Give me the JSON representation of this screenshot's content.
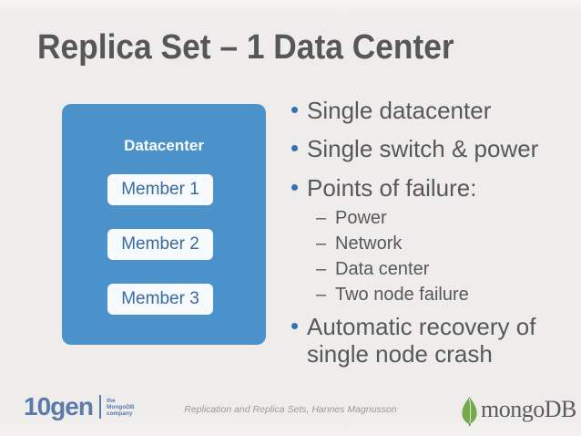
{
  "slide_title": "Replica Set – 1 Data Center",
  "diagram": {
    "label": "Datacenter",
    "members": [
      "Member 1",
      "Member 2",
      "Member 3"
    ]
  },
  "bullets": {
    "dash_marker": "–",
    "items": [
      {
        "text": "Single datacenter",
        "level": 1
      },
      {
        "text": "Single switch & power",
        "level": 1
      },
      {
        "text": "Points of failure:",
        "level": 1
      },
      {
        "text": "Power",
        "level": 2
      },
      {
        "text": "Network",
        "level": 2
      },
      {
        "text": "Data center",
        "level": 2
      },
      {
        "text": "Two node failure",
        "level": 2
      },
      {
        "text": "Automatic recovery of",
        "level": 1
      },
      {
        "text": "single node crash",
        "level": 1
      }
    ]
  },
  "footer": {
    "brand": "10gen",
    "tagline": [
      "the",
      "MongoDB",
      "company"
    ],
    "credit": "Replication and Replica Sets, Hannes Magnusson",
    "wordmark": "mongoDB"
  },
  "colors": {
    "background": "#eeedeb",
    "title_text": "#57575a",
    "body_text": "#58585a",
    "bullet_dot": "#2f74b4",
    "datacenter_fill": "#4b91ca",
    "member_box_fill": "#f6fafd",
    "member_text": "#39699f",
    "brand_blue": "#5b7bab",
    "leaf_green": "#74a94f",
    "wordmark_gray": "#5c5c5e",
    "credit_gray": "#9a9a9a"
  }
}
